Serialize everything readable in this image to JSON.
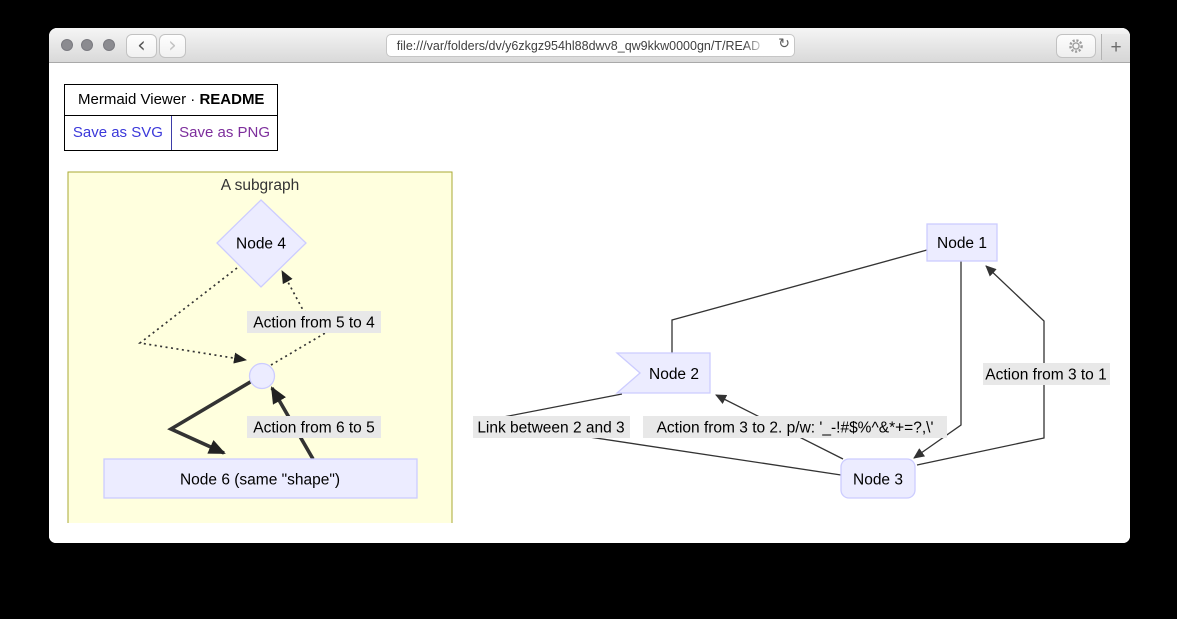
{
  "browser": {
    "url": "file:///var/folders/dv/y6zkgz954hl88dwv8_qw9kkw0000gn/T/READ",
    "back_icon": "‹",
    "forward_icon": "›",
    "reload_icon": "↻",
    "new_tab_icon": "+"
  },
  "header": {
    "title_prefix": "Mermaid Viewer ·",
    "title_doc": "README",
    "save_svg_label": "Save as SVG",
    "save_png_label": "Save as PNG"
  },
  "diagram": {
    "subgraph_title": "A subgraph",
    "nodes": {
      "node1": "Node 1",
      "node2": "Node 2",
      "node3": "Node 3",
      "node4": "Node 4",
      "node6": "Node 6 (same \"shape\")"
    },
    "edge_labels": {
      "from5to4": "Action from 5 to 4",
      "from6to5": "Action from 6 to 5",
      "between2and3": "Link between 2 and 3",
      "from3to2": "Action from 3 to 2. p/w: '_-!#$%^&*+=?,\\'",
      "from3to1": "Action from 3 to 1"
    },
    "colors": {
      "node_fill": "#ECECFF",
      "node_border": "#CCCCFF",
      "subgraph_fill": "#FFFFDE",
      "subgraph_border": "#AAAA33",
      "edge_label_bg": "#E8E8E8",
      "edge_stroke": "#333333",
      "link_blue": "#3B38DA",
      "link_visited_purple": "#7D2E9C"
    }
  }
}
